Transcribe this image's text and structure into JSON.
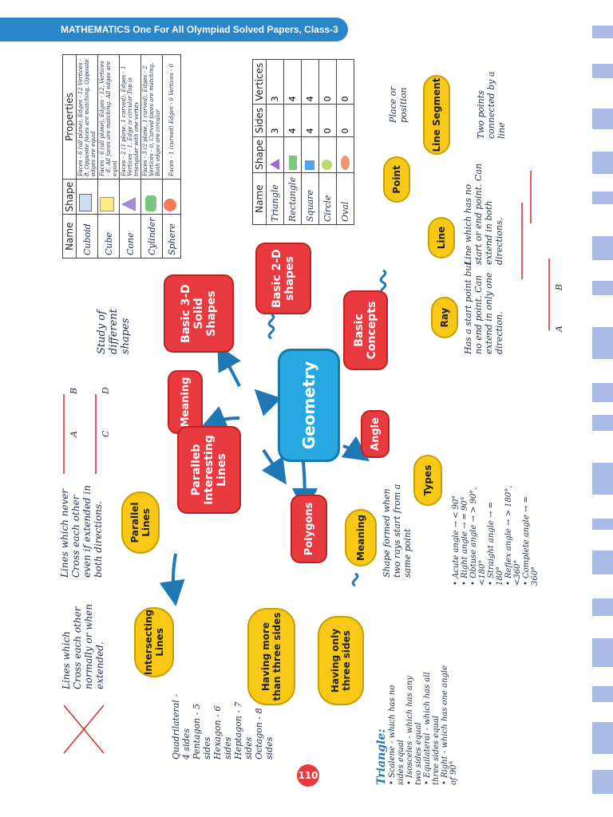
{
  "header": {
    "title": "MATHEMATICS One For All Olympiad Solved Papers, Class-3"
  },
  "page_number": "110",
  "center": "Geometry",
  "solid": {
    "title": "Basic 3-D Solid Shapes",
    "headers": [
      "Name",
      "Shape",
      "Properties"
    ],
    "rows": [
      {
        "name": "Cuboid",
        "props": "Faces - 6 (all plane), Edges - 12 Vertices - 8, Opposite faces are matching. Opposite edges are equal"
      },
      {
        "name": "Cube",
        "props": "Faces - 6 (all plane), Edges - 12, Vertices - 8, All faces are matching. All edges are equal"
      },
      {
        "name": "Cone",
        "props": "Faces - 2 (1 plane, 1 curved), Edges - 1 Vertices - 1, Edge is circular Top is triangular with one vertex"
      },
      {
        "name": "Cylinder",
        "props": "Faces - 3 (2 plane, 1 curved), Edges - 2 Vertices - 0, Curved faces are matching. Both edges are circular"
      },
      {
        "name": "Sphere",
        "props": "Faces - 1 (curved) Edges - 0 Vertices - 0"
      }
    ]
  },
  "flat": {
    "title": "Basic 2-D shapes",
    "headers": [
      "Name",
      "Shape",
      "Sides",
      "Vertices"
    ],
    "rows": [
      {
        "name": "Triangle",
        "sides": "3",
        "vertices": "3"
      },
      {
        "name": "Rectangle",
        "sides": "4",
        "vertices": "4"
      },
      {
        "name": "Square",
        "sides": "4",
        "vertices": "4"
      },
      {
        "name": "Circle",
        "sides": "0",
        "vertices": "0"
      },
      {
        "name": "Oval",
        "sides": "0",
        "vertices": "0"
      }
    ]
  },
  "meaning_top": {
    "label": "Meaning",
    "text": "Study of different shapes"
  },
  "parallel": {
    "title": "Paralleb Interesting Lines",
    "parallel_label": "Parallel Lines",
    "parallel_text": "Lines which never Cross each other even if extended in both directions.",
    "intersecting_label": "Intersecting Lines",
    "intersecting_text": "Lines which Cross each other normally or when extended.",
    "pts": {
      "a": "A",
      "b": "B",
      "c": "C",
      "d": "D"
    }
  },
  "polygons": {
    "title": "Polygons",
    "more_label": "Having more than three sides",
    "more_list": [
      "Quadrilateral - 4 sides",
      "Pentagon - 5 sides",
      "Hexagon - 6 sides",
      "Heptagon - 7 sides",
      "Octagon - 8 sides"
    ],
    "three_label": "Having only three sides",
    "triangle_title": "Triangle:",
    "triangle_list": [
      "• Scalene - which has no sides equal",
      "• Isosceles - which has any two sides equal",
      "• Equilateral - which has all three sides equal",
      "• Right - which has one angle of 90°"
    ]
  },
  "angle": {
    "title": "Angle",
    "meaning_label": "Meaning",
    "meaning_text": "Shape formed when two rays start from a same point",
    "types_label": "Types",
    "types_list": [
      "• Acute angle → < 90°",
      "• Right angle → = 90°",
      "• Obtuse angle → > 90°, <180°",
      "• Straight angle → = 180°",
      "• Reflex angle → > 180°, <360°",
      "• Complete angle → = 360°"
    ]
  },
  "basic": {
    "title": "Basic Concepts",
    "ray_label": "Ray",
    "ray_text": "Has a start point but no end point. Can extend in only one direction.",
    "line_label": "Line",
    "line_text": "Line which has no start or end point. Can extend in both directions.",
    "segment_label": "Line Segment",
    "segment_text": "Two points connected by a line",
    "point_label": "Point",
    "point_text": "Place or position",
    "pts": {
      "a": "A",
      "b": "B"
    }
  },
  "colors": {
    "header_blue": "#2b86c9",
    "red": "#e93a40",
    "yellow": "#f7c816",
    "center_blue": "#27a8e0"
  }
}
